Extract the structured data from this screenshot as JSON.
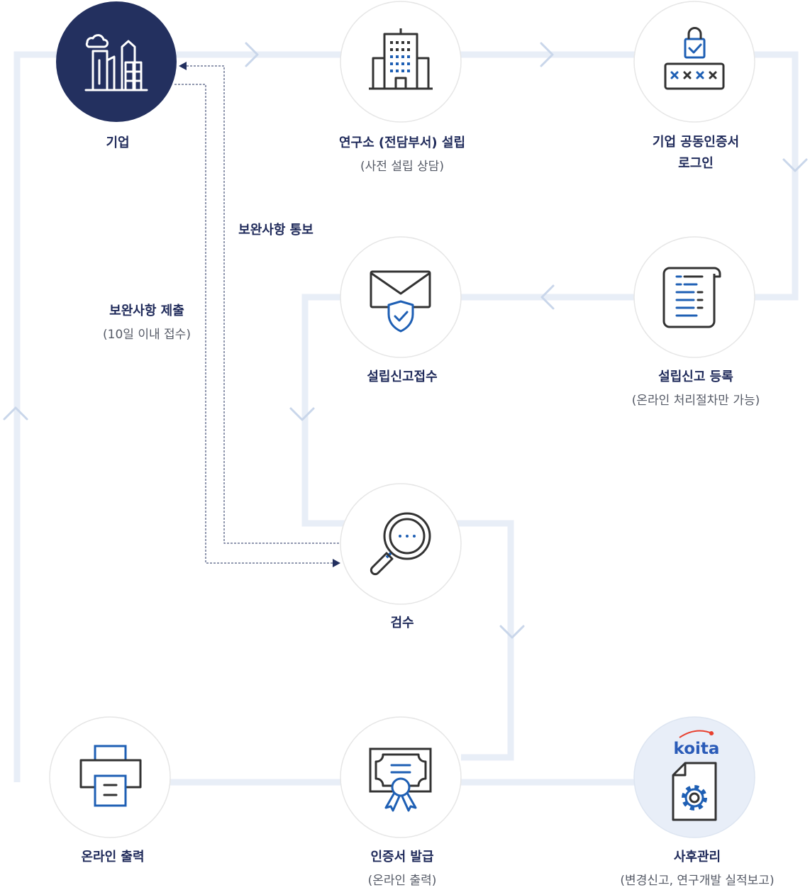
{
  "nodes": {
    "company": {
      "label": "기업"
    },
    "lab": {
      "label": "연구소 (전담부서) 설립",
      "sub": "(사전 설립 상담)"
    },
    "login": {
      "label1": "기업 공동인증서",
      "label2": "로그인"
    },
    "register": {
      "label": "설립신고 등록",
      "sub": "(온라인 처리절차만 가능)"
    },
    "receipt": {
      "label": "설립신고접수"
    },
    "review": {
      "label": "검수"
    },
    "print": {
      "label": "온라인 출력"
    },
    "certificate": {
      "label": "인증서 발급",
      "sub": "(온라인 출력)"
    },
    "aftercare": {
      "label": "사후관리",
      "sub": "(변경신고, 연구개발 실적보고)",
      "logo_text": "koita"
    }
  },
  "notes": {
    "notify": "보완사항 통보",
    "submit": "보완사항 제출",
    "submit_sub": "(10일 이내 접수)"
  },
  "colors": {
    "navy": "#23305f",
    "blue": "#1e5fb4",
    "track": "#e8eef7",
    "chevron": "#c9d6ea",
    "circle_border": "#e6e6e6",
    "icon_dark": "#333333",
    "logo_red": "#e8402f"
  }
}
